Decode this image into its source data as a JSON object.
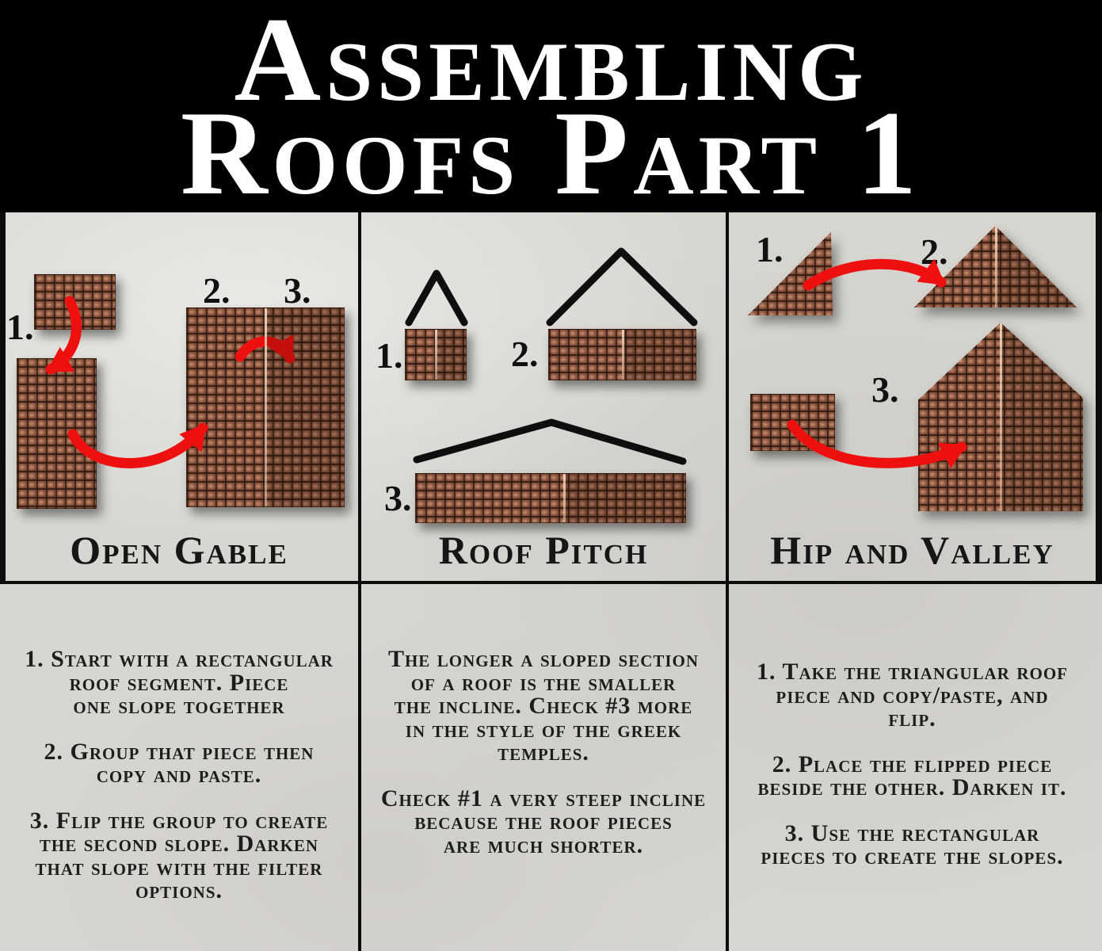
{
  "title": {
    "line1": "Assembling",
    "line2": "Roofs Part 1"
  },
  "colors": {
    "arrow_red": "#ee0f0f",
    "line_black": "#0c0c0c",
    "paper": "#d8d6d1",
    "shingle_base": "#8b5540"
  },
  "columns": [
    {
      "id": "open-gable",
      "heading": "Open Gable",
      "step_labels": [
        "1.",
        "2.",
        "3."
      ],
      "instructions": [
        "1. Start with a rectangular\nroof segment. Piece\none slope together",
        "2. Group that piece then\ncopy and paste.",
        "3. Flip the group to create\nthe second slope. Darken\nthat slope with the filter\noptions."
      ]
    },
    {
      "id": "roof-pitch",
      "heading": "Roof Pitch",
      "step_labels": [
        "1.",
        "2.",
        "3."
      ],
      "instructions": [
        "The longer a sloped section\nof a roof is the smaller\nthe incline. Check #3 more\nin the style of the greek\ntemples.",
        "Check #1 a very steep incline\nbecause the roof pieces\nare much shorter."
      ]
    },
    {
      "id": "hip-and-valley",
      "heading": "Hip and Valley",
      "step_labels": [
        "1.",
        "2.",
        "3."
      ],
      "instructions": [
        "1. Take the triangular roof\npiece and copy/paste, and\nflip.",
        "2. Place the flipped piece\nbeside the other. Darken it.",
        "3. Use the rectangular\npieces to create the slopes."
      ]
    }
  ]
}
